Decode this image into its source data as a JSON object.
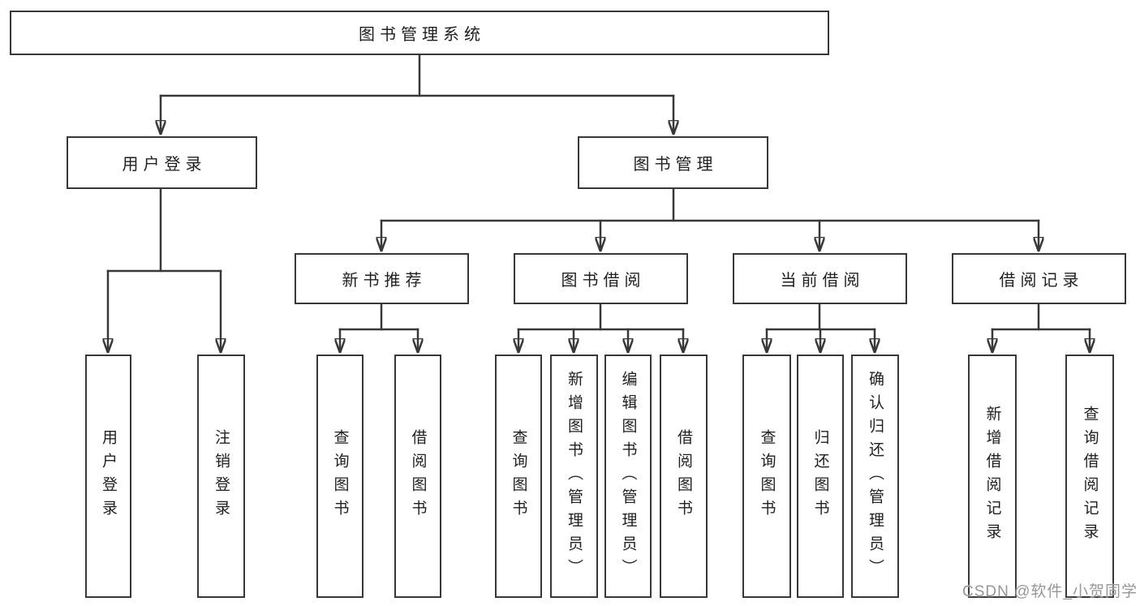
{
  "diagram": {
    "title": "图书管理系统",
    "tree": {
      "label": "图书管理系统",
      "children": [
        {
          "label": "用户登录",
          "children": [
            {
              "label": "用户登录"
            },
            {
              "label": "注销登录"
            }
          ]
        },
        {
          "label": "图书管理",
          "children": [
            {
              "label": "新书推荐",
              "children": [
                {
                  "label": "查询图书"
                },
                {
                  "label": "借阅图书"
                }
              ]
            },
            {
              "label": "图书借阅",
              "children": [
                {
                  "label": "查询图书"
                },
                {
                  "label": "新增图书（管理员）"
                },
                {
                  "label": "编辑图书（管理员）"
                },
                {
                  "label": "借阅图书"
                }
              ]
            },
            {
              "label": "当前借阅",
              "children": [
                {
                  "label": "查询图书"
                },
                {
                  "label": "归还图书"
                },
                {
                  "label": "确认归还（管理员）"
                }
              ]
            },
            {
              "label": "借阅记录",
              "children": [
                {
                  "label": "新增借阅记录"
                },
                {
                  "label": "查询借阅记录"
                }
              ]
            }
          ]
        }
      ]
    }
  },
  "watermark": {
    "text": "CSDN @软件_小贺同学"
  },
  "colors": {
    "line": "#383838",
    "box_border": "#383838",
    "text": "#1f1f1f",
    "background": "#ffffff",
    "watermark": "#979797"
  }
}
